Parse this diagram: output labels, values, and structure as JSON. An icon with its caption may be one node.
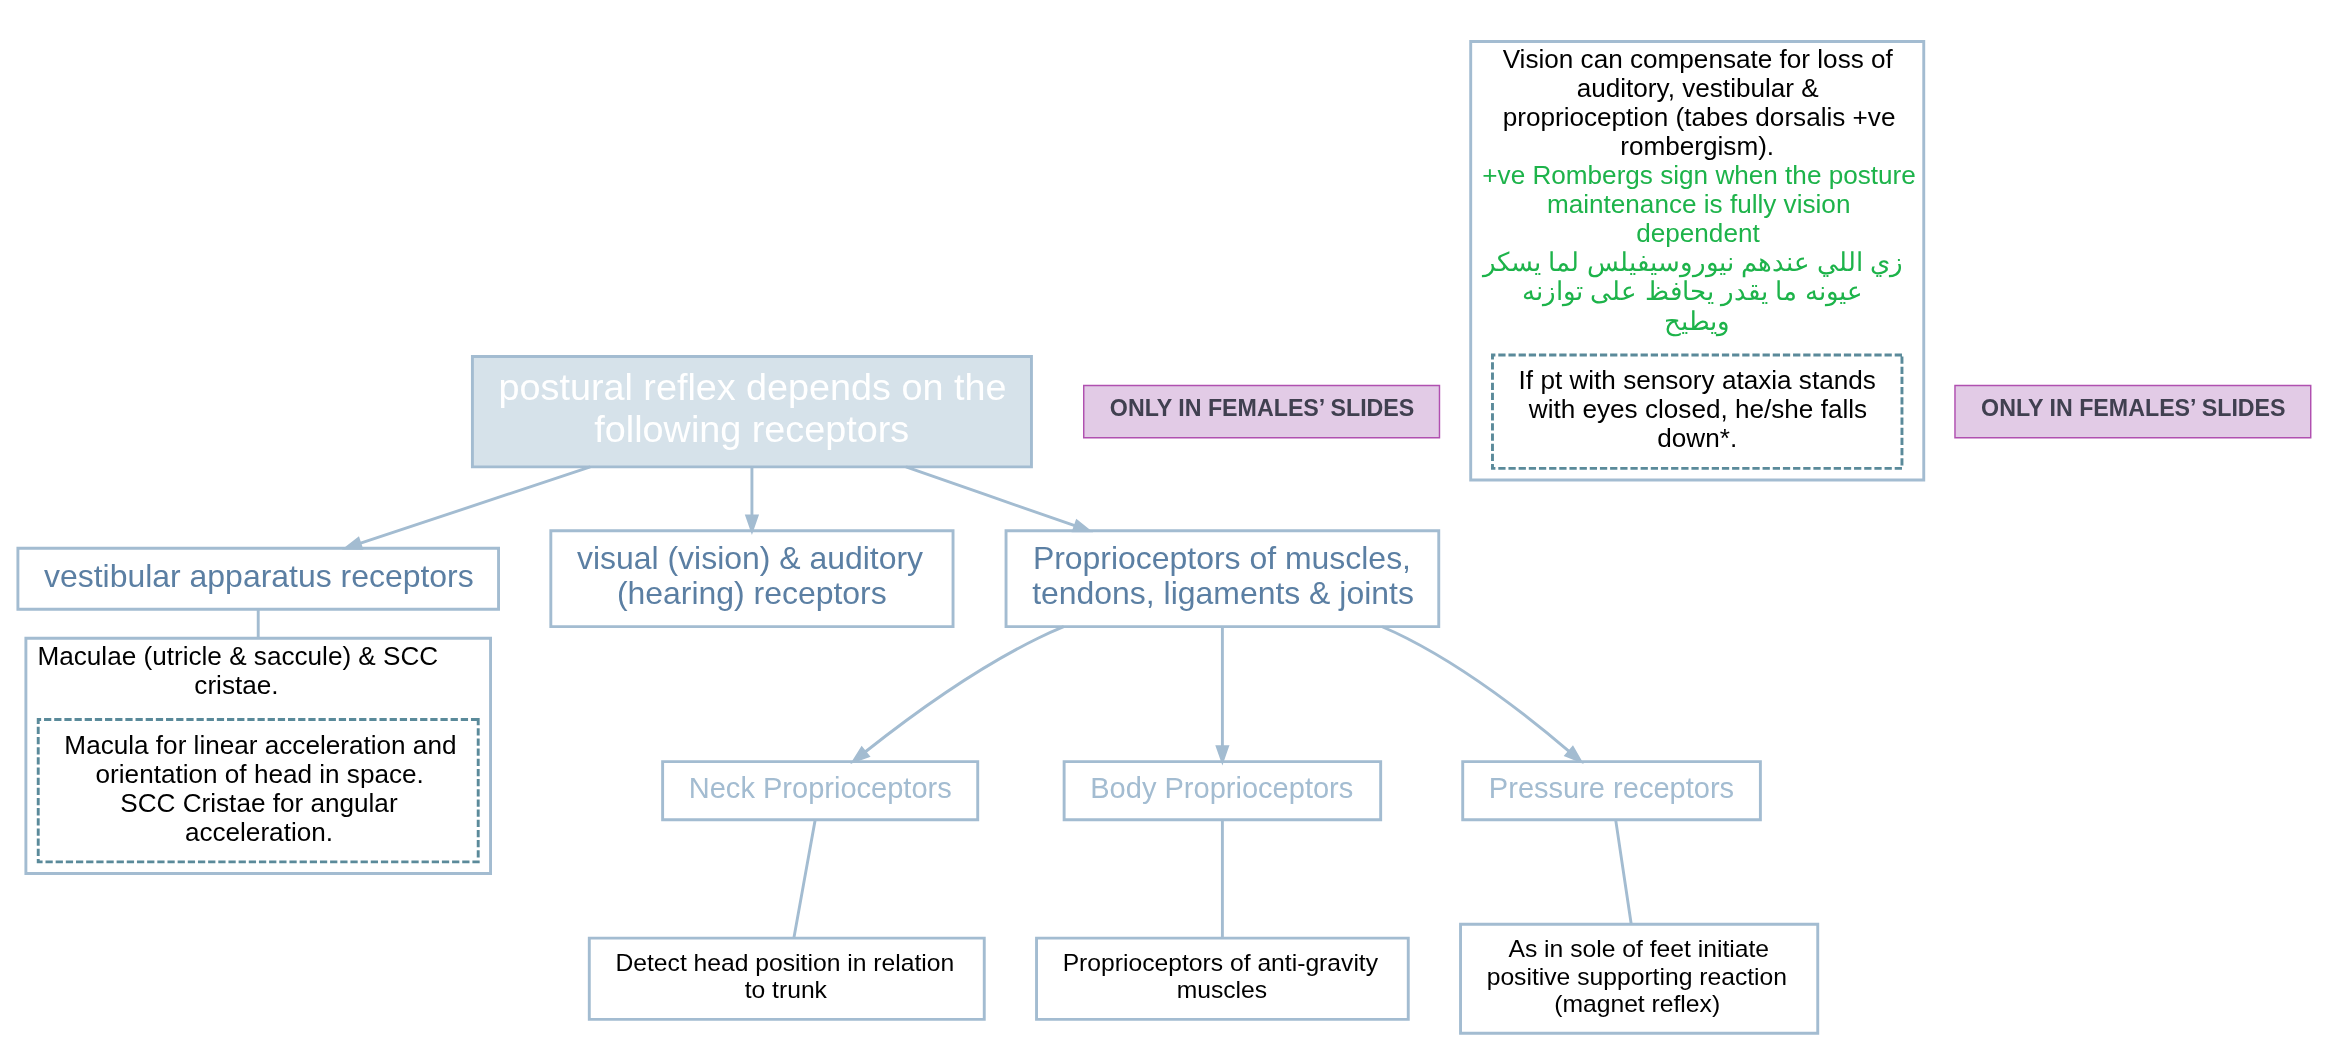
{
  "diagram": {
    "nodes": [
      {
        "text": [
          "postural reflex depends on the following receptors"
        ]
      },
      {
        "text": [
          "vestibular apparatus receptors"
        ]
      },
      {
        "text": [
          "visual (vision) & auditory (hearing) receptors"
        ]
      },
      {
        "text": [
          "Proprioceptors of muscles, tendons, ligaments & joints"
        ]
      },
      {
        "text": [
          "Maculae (utricle & saccule) & SCC cristae."
        ]
      },
      {
        "text": [
          "Macula for linear acceleration and orientation of head in space.",
          "SCC Cristae for angular acceleration."
        ],
        "in": 4
      },
      {
        "text": [
          "ONLY IN FEMALES’ SLIDES"
        ]
      },
      {
        "text": [
          "Vision can compensate for loss of auditory, vestibular & proprioception (tabes dorsalis +ve rombergism).",
          "+ve Rombergs sign when the posture maintenance is fully vision dependent",
          "زي اللي عندهم نيوروسيفيلس لما يسكر عيونه ما يقدر يحافظ على توازنه ويطيح"
        ]
      },
      {
        "text": [
          "If pt with sensory ataxia stands with eyes closed, he/she falls down*."
        ],
        "in": 7
      },
      {
        "text": [
          "ONLY IN FEMALES’ SLIDES"
        ]
      },
      {
        "text": [
          "Neck Proprioceptors"
        ]
      },
      {
        "text": [
          "Detect head position in relation to trunk"
        ]
      },
      {
        "text": [
          "Body Proprioceptors"
        ]
      },
      {
        "text": [
          "Proprioceptors of anti-gravity muscles"
        ]
      },
      {
        "text": [
          "Pressure receptors"
        ]
      },
      {
        "text": [
          "As in sole of feet initiate positive supporting reaction (magnet reflex)"
        ]
      }
    ],
    "edges": [
      {
        "from": 0,
        "to": 1,
        "arrow": "to"
      },
      {
        "from": 0,
        "to": 2,
        "arrow": "to"
      },
      {
        "from": 0,
        "to": 3,
        "arrow": "to"
      },
      {
        "from": 1,
        "to": 4,
        "arrow": "none"
      },
      {
        "from": 3,
        "to": 10,
        "arrow": "to"
      },
      {
        "from": 3,
        "to": 12,
        "arrow": "to"
      },
      {
        "from": 3,
        "to": 14,
        "arrow": "to"
      },
      {
        "from": 10,
        "to": 11,
        "arrow": "none"
      },
      {
        "from": 12,
        "to": 13,
        "arrow": "none"
      },
      {
        "from": 14,
        "to": 15,
        "arrow": "none"
      }
    ]
  }
}
